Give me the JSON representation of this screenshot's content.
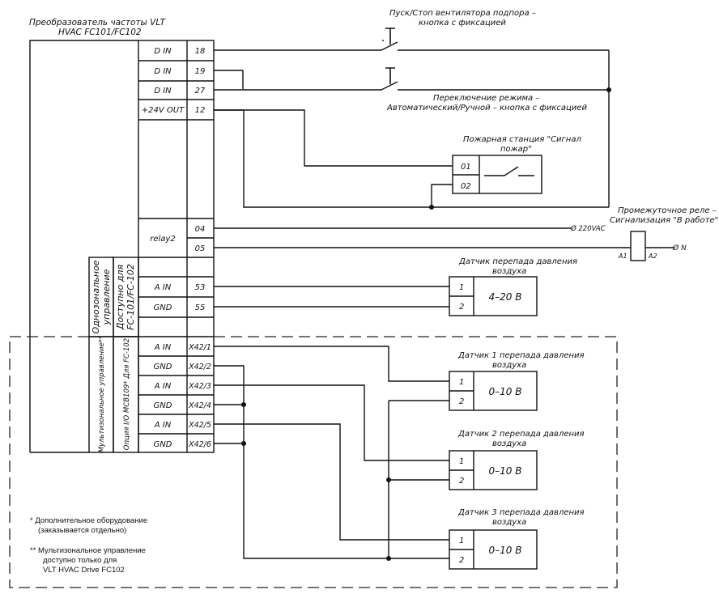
{
  "converter": {
    "title_line1": "Преобразователь частоты VLT",
    "title_line2": "HVAC FC101/FC102"
  },
  "terminals": [
    {
      "label": "D IN",
      "number": "18"
    },
    {
      "label": "D IN",
      "number": "19"
    },
    {
      "label": "D IN",
      "number": "27"
    },
    {
      "label": "+24V OUT",
      "number": "12"
    },
    {
      "label": "relay2",
      "number_a": "04",
      "number_b": "05"
    },
    {
      "label": "A IN",
      "number": "53"
    },
    {
      "label": "GND",
      "number": "55"
    },
    {
      "label": "A IN",
      "number": "X42/1"
    },
    {
      "label": "GND",
      "number": "X42/2"
    },
    {
      "label": "A IN",
      "number": "X42/3"
    },
    {
      "label": "GND",
      "number": "X42/4"
    },
    {
      "label": "A IN",
      "number": "X42/5"
    },
    {
      "label": "GND",
      "number": "X42/6"
    }
  ],
  "side_labels": {
    "single_zone_1": "Однозональное",
    "single_zone_2": "управление",
    "available_1": "Доступно для",
    "available_2": "FC-101/FC-102",
    "multi_zone": "Мультизональное управление**",
    "option": "Опция I/O MCB109* Для FC-102"
  },
  "buttons": {
    "start_stop_1": "Пуск/Стоп вентилятора подпора  –",
    "start_stop_2": "кнопка с фиксацией",
    "mode_1": "Переключение режима  –",
    "mode_2": "Автоматический/Ручной  –  кнопка с фиксацией"
  },
  "fire_station": {
    "title_1": "Пожарная станция \"Сигнал",
    "title_2": "пожар\"",
    "pin_1": "01",
    "pin_2": "02"
  },
  "relay": {
    "title_1": "Промежуточное реле –",
    "title_2": "Сигнализация \"В работе\"",
    "voltage": "Ø 220VAC",
    "neutral": "Ø N",
    "a1": "A1",
    "a2": "A2"
  },
  "sensors": [
    {
      "title_1": "Датчик перепада давления",
      "title_2": "воздуха",
      "range": "4–20 В",
      "pin_1": "1",
      "pin_2": "2"
    },
    {
      "title_1": "Датчик 1 перепада давления",
      "title_2": "воздуха",
      "range": "0–10 В",
      "pin_1": "1",
      "pin_2": "2"
    },
    {
      "title_1": "Датчик 2 перепада давления",
      "title_2": "воздуха",
      "range": "0–10 В",
      "pin_1": "1",
      "pin_2": "2"
    },
    {
      "title_1": "Датчик 3 перепада давления",
      "title_2": "воздуха",
      "range": "0–10 В",
      "pin_1": "1",
      "pin_2": "2"
    }
  ],
  "notes": {
    "n1_line1": "*  Дополнительное оборудование",
    "n1_line2": "(заказывается отдельно)",
    "n2_line1": "** Мультизональное управление",
    "n2_line2": "доступно только для",
    "n2_line3": "VLT HVAC Drive FC102"
  }
}
